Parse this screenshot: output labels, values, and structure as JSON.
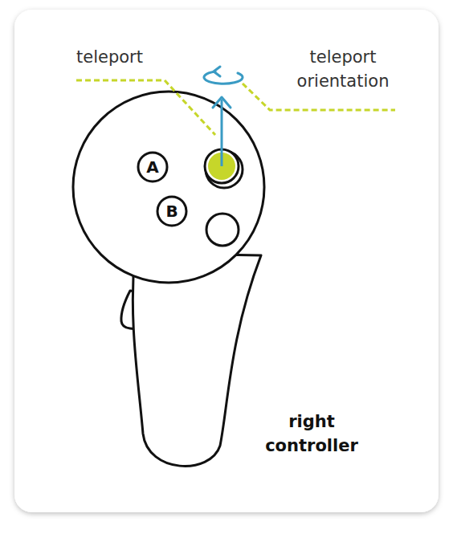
{
  "diagram": {
    "nodes": [
      {
        "text": [
          "A"
        ]
      },
      {
        "text": [
          "B"
        ]
      }
    ],
    "labels": [
      "teleport",
      "teleport orientation",
      "right controller"
    ]
  }
}
